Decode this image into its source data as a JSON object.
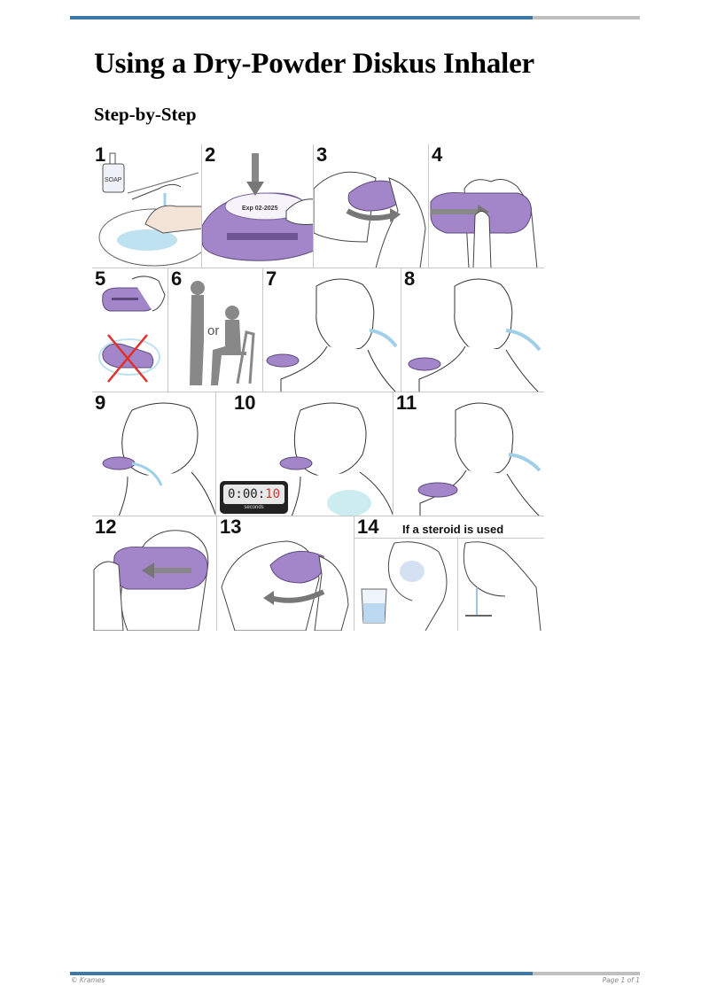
{
  "header": {
    "rule_colors": {
      "primary": "#3e78a8",
      "secondary": "#bfbfbf"
    }
  },
  "document": {
    "title": "Using a Dry-Powder Diskus Inhaler",
    "subtitle": "Step-by-Step"
  },
  "figure": {
    "accent_color": "#9b7ac4",
    "steps": [
      {
        "number": "1",
        "illustration": "washing hands at sink",
        "label": "SOAP"
      },
      {
        "number": "2",
        "illustration": "check expiration date on inhaler",
        "label": "Exp 02-2025"
      },
      {
        "number": "3",
        "illustration": "open inhaler by sliding thumb grip"
      },
      {
        "number": "4",
        "illustration": "slide lever until it clicks"
      },
      {
        "number": "5",
        "illustration": "hold inhaler level, do not tilt or shake"
      },
      {
        "number": "6",
        "illustration": "stand or sit upright",
        "label": "or"
      },
      {
        "number": "7",
        "illustration": "breathe out away from inhaler"
      },
      {
        "number": "8",
        "illustration": "breathe out fully"
      },
      {
        "number": "9",
        "illustration": "seal lips around mouthpiece and inhale"
      },
      {
        "number": "10",
        "illustration": "hold breath for 10 seconds",
        "timer": "0:00:",
        "timer_seconds": "10",
        "timer_label": "seconds"
      },
      {
        "number": "11",
        "illustration": "breathe out slowly"
      },
      {
        "number": "12",
        "illustration": "slide lever back"
      },
      {
        "number": "13",
        "illustration": "close inhaler"
      },
      {
        "number": "14",
        "illustration": "rinse mouth and spit",
        "note": "If a steroid is used"
      }
    ]
  },
  "footer": {
    "copyright": "© Krames",
    "page": "Page 1 of 1"
  }
}
